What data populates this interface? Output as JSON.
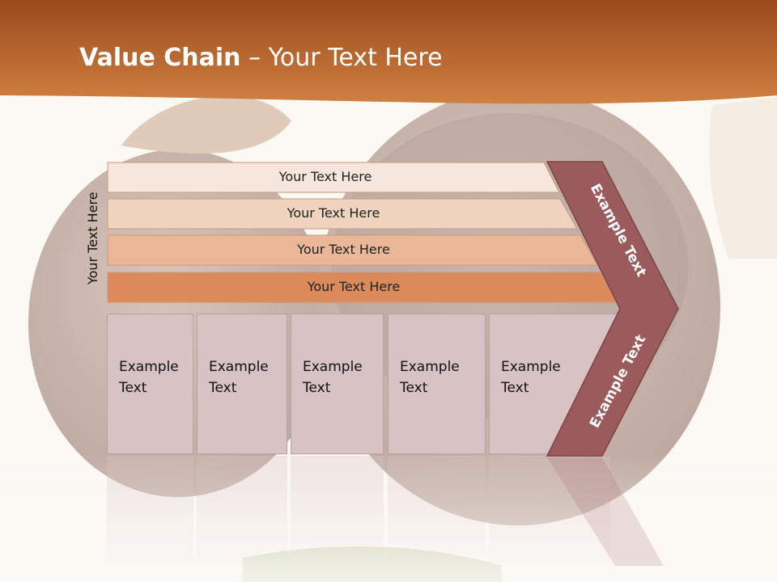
{
  "title": {
    "bold": "Value Chain",
    "rest": " – Your Text Here"
  },
  "side_label": "Your Text Here",
  "bars": [
    {
      "label": "Your Text Here",
      "color": "#f6e6dc"
    },
    {
      "label": "Your Text Here",
      "color": "#f0d4c0"
    },
    {
      "label": "Your Text Here",
      "color": "#eab898"
    },
    {
      "label": "Your Text Here",
      "color": "#dc8a5a"
    }
  ],
  "boxes": [
    {
      "line1": "Example",
      "line2": "Text"
    },
    {
      "line1": "Example",
      "line2": "Text"
    },
    {
      "line1": "Example",
      "line2": "Text"
    },
    {
      "line1": "Example",
      "line2": "Text"
    },
    {
      "line1": "Example",
      "line2": "Text"
    }
  ],
  "chevron": {
    "top_label": "Example Text",
    "bottom_label": "Example Text",
    "color": "#9b5b5c"
  },
  "colors": {
    "header": "#c8743a",
    "box": "#d8c2c3"
  }
}
